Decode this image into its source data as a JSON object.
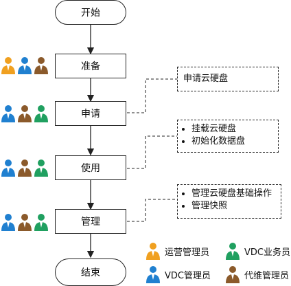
{
  "nodes": {
    "start": "开始",
    "prepare": "准备",
    "apply": "申请",
    "use": "使用",
    "manage": "管理",
    "end": "结束"
  },
  "notes": {
    "apply": [
      "申请云硬盘"
    ],
    "use": [
      "挂载云硬盘",
      "初始化数据盘"
    ],
    "manage": [
      "管理云硬盘基础操作",
      "管理快照"
    ]
  },
  "roles": {
    "operations_admin": {
      "label": "运营管理员",
      "color": "#F0A020"
    },
    "vdc_operator": {
      "label": "VDC业务员",
      "color": "#20A060"
    },
    "vdc_admin": {
      "label": "VDC管理员",
      "color": "#2080D0"
    },
    "proxy_admin": {
      "label": "代维管理员",
      "color": "#8B5A2B"
    }
  },
  "legend": {
    "operations_admin": "运营管理员",
    "vdc_operator": "VDC业务员",
    "vdc_admin": "VDC管理员",
    "proxy_admin": "代维管理员"
  }
}
